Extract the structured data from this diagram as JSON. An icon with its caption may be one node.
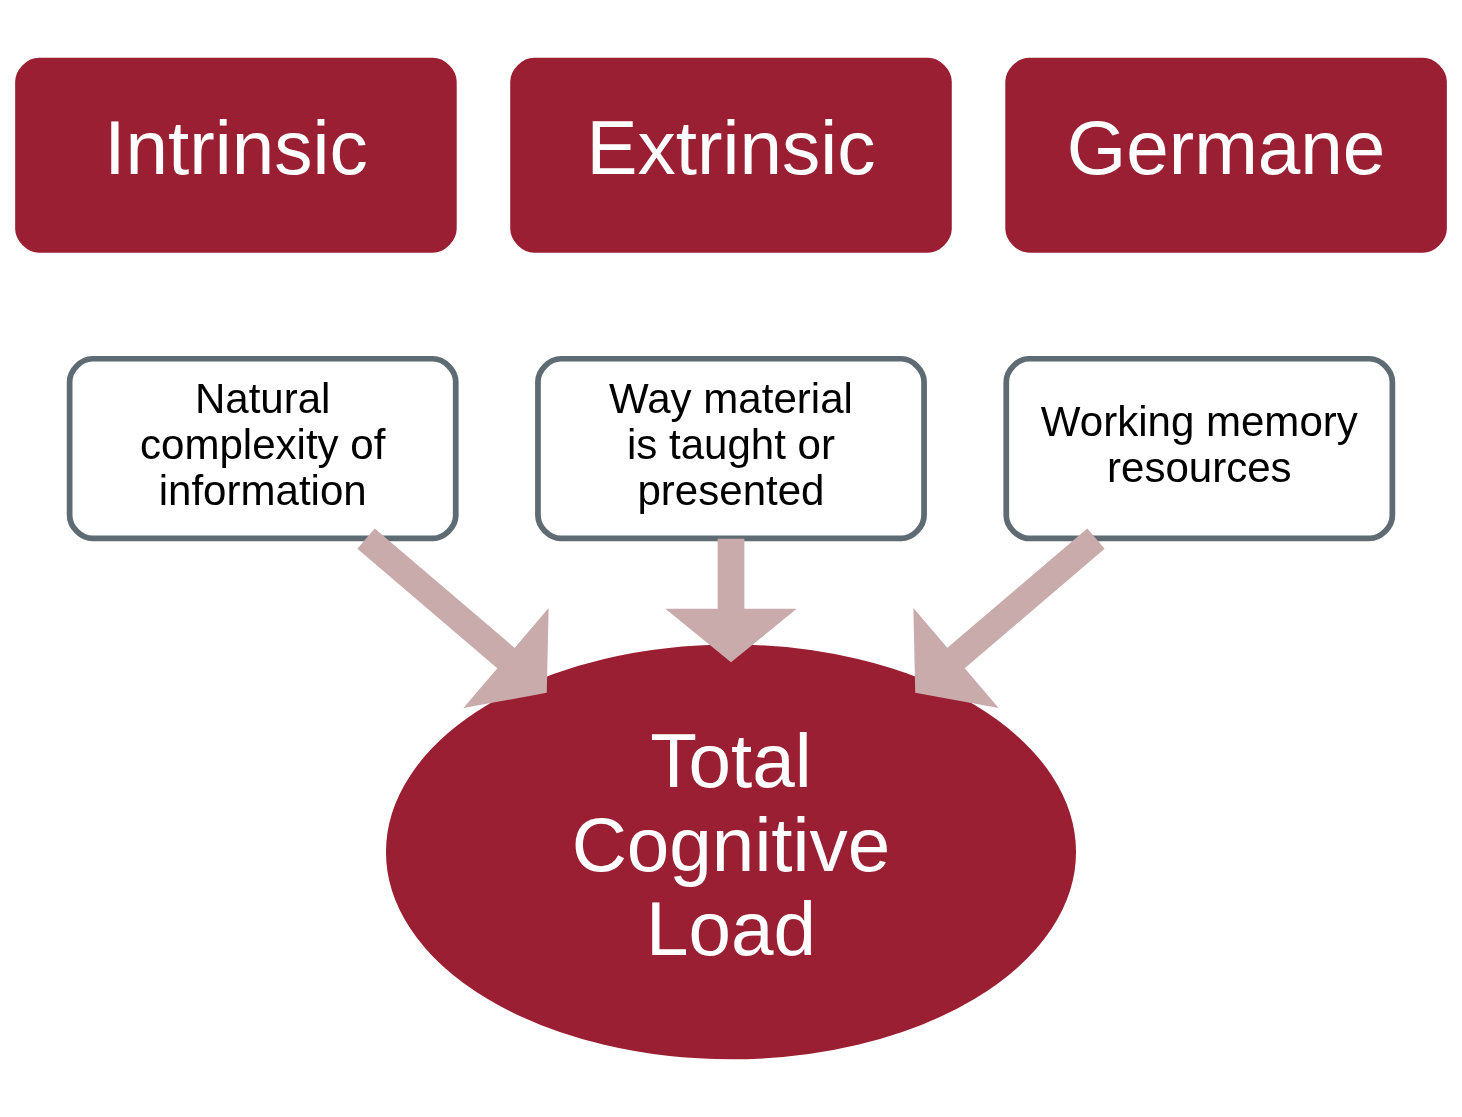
{
  "diagram": {
    "nodes": [
      {
        "text": [
          "Intrinsic"
        ]
      },
      {
        "text": [
          "Natural complexity of information"
        ]
      },
      {
        "text": [
          "Extrinsic"
        ]
      },
      {
        "text": [
          "Way material is taught or presented"
        ]
      },
      {
        "text": [
          "Germane"
        ]
      },
      {
        "text": [
          "Working memory resources"
        ]
      },
      {
        "text": [
          "Total Cognitive Load"
        ]
      }
    ],
    "edges": [
      {
        "from": 1,
        "to": 6,
        "arrow": "to"
      },
      {
        "from": 3,
        "to": 6,
        "arrow": "to"
      },
      {
        "from": 5,
        "to": 6,
        "arrow": "to"
      }
    ]
  }
}
